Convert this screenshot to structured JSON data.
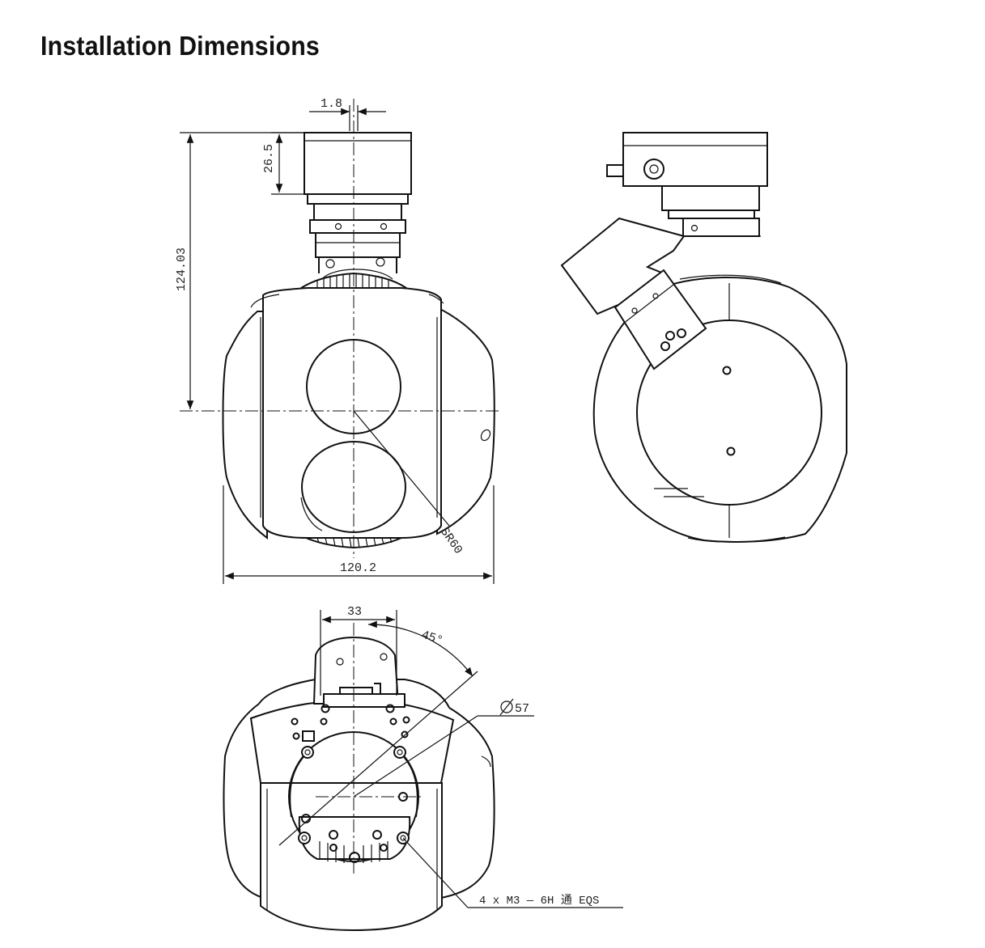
{
  "header": {
    "title": "Installation Dimensions"
  },
  "dimensions": {
    "offset": "1.8",
    "top_height": "26.5",
    "total_height": "124.03",
    "width": "120.2",
    "sphere_radius": "SR60",
    "bolt_spacing": "33",
    "angle": "45°",
    "bolt_circle": "57",
    "screw_note": "4 x  M3 — 6H 通 EQS"
  }
}
